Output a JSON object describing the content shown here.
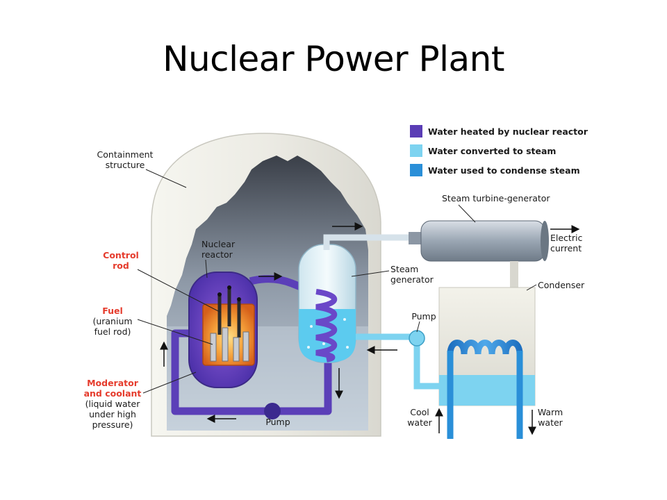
{
  "title": "Nuclear Power Plant",
  "colors": {
    "reactor_water": "#5a3db5",
    "steam_water": "#7dd3f0",
    "condense_water": "#2a8fd8",
    "shell": "#eeeee8",
    "interior": "#b9c6d3",
    "core_hot": "#f39c3c"
  },
  "legend": [
    {
      "label": "Water heated by nuclear reactor",
      "color": "#5a3db5"
    },
    {
      "label": "Water converted to steam",
      "color": "#7dd3f0"
    },
    {
      "label": "Water used to condense steam",
      "color": "#2a8fd8"
    }
  ],
  "labels": {
    "containment": [
      "Containment",
      "structure"
    ],
    "nuclear_reactor": [
      "Nuclear",
      "reactor"
    ],
    "control_rod": [
      "Control",
      "rod"
    ],
    "fuel": [
      "Fuel",
      "(uranium",
      "fuel rod)"
    ],
    "moderator": [
      "Moderator",
      "and coolant",
      "(liquid water",
      "under high",
      "pressure)"
    ],
    "pump_left": "Pump",
    "pump_right": "Pump",
    "steam_generator": [
      "Steam",
      "generator"
    ],
    "turbine": "Steam turbine-generator",
    "electric": [
      "Electric",
      "current"
    ],
    "condenser": "Condenser",
    "cool_water": [
      "Cool",
      "water"
    ],
    "warm_water": [
      "Warm",
      "water"
    ]
  }
}
